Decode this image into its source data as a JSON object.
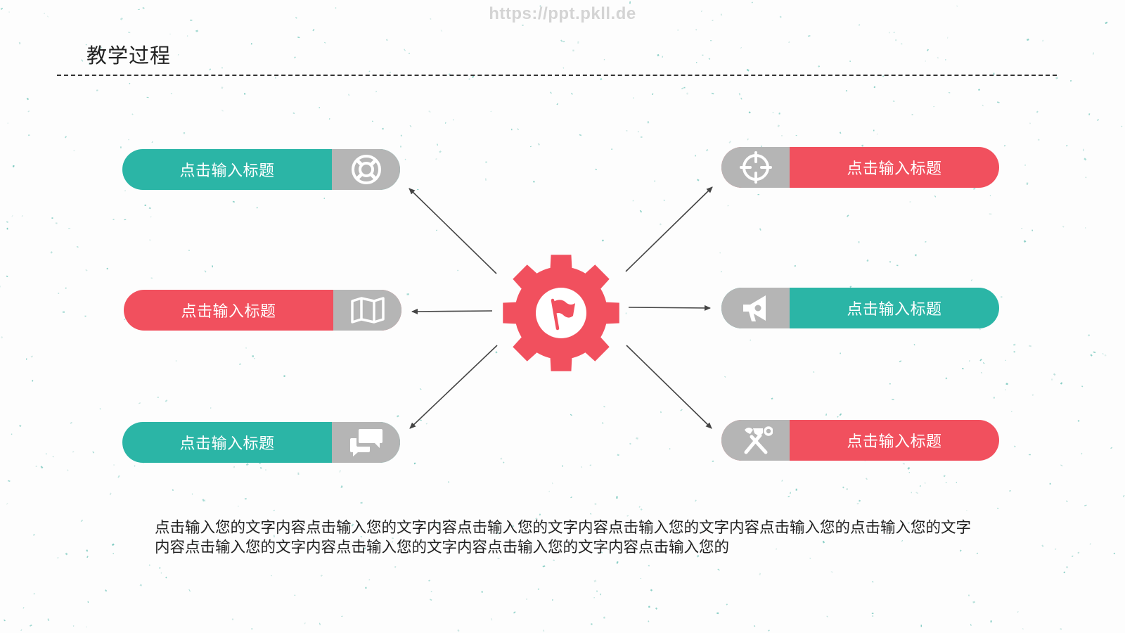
{
  "watermark": "https://ppt.pkll.de",
  "title": "教学过程",
  "colors": {
    "teal": "#2bb5a6",
    "red": "#f1505e",
    "gray": "#b5b5b5",
    "background": "#fdfdfd"
  },
  "center": {
    "icon": "flag-icon"
  },
  "items": [
    {
      "label": "点击输入标题",
      "color": "teal",
      "icon": "lifebuoy-icon"
    },
    {
      "label": "点击输入标题",
      "color": "red",
      "icon": "map-icon"
    },
    {
      "label": "点击输入标题",
      "color": "teal",
      "icon": "chat-icon"
    },
    {
      "label": "点击输入标题",
      "color": "red",
      "icon": "crosshair-icon"
    },
    {
      "label": "点击输入标题",
      "color": "teal",
      "icon": "megaphone-icon"
    },
    {
      "label": "点击输入标题",
      "color": "red",
      "icon": "tools-icon"
    }
  ],
  "body": "点击输入您的文字内容点击输入您的文字内容点击输入您的文字内容点击输入您的文字内容点击输入您的点击输入您的文字内容点击输入您的文字内容点击输入您的文字内容点击输入您的文字内容点击输入您的"
}
